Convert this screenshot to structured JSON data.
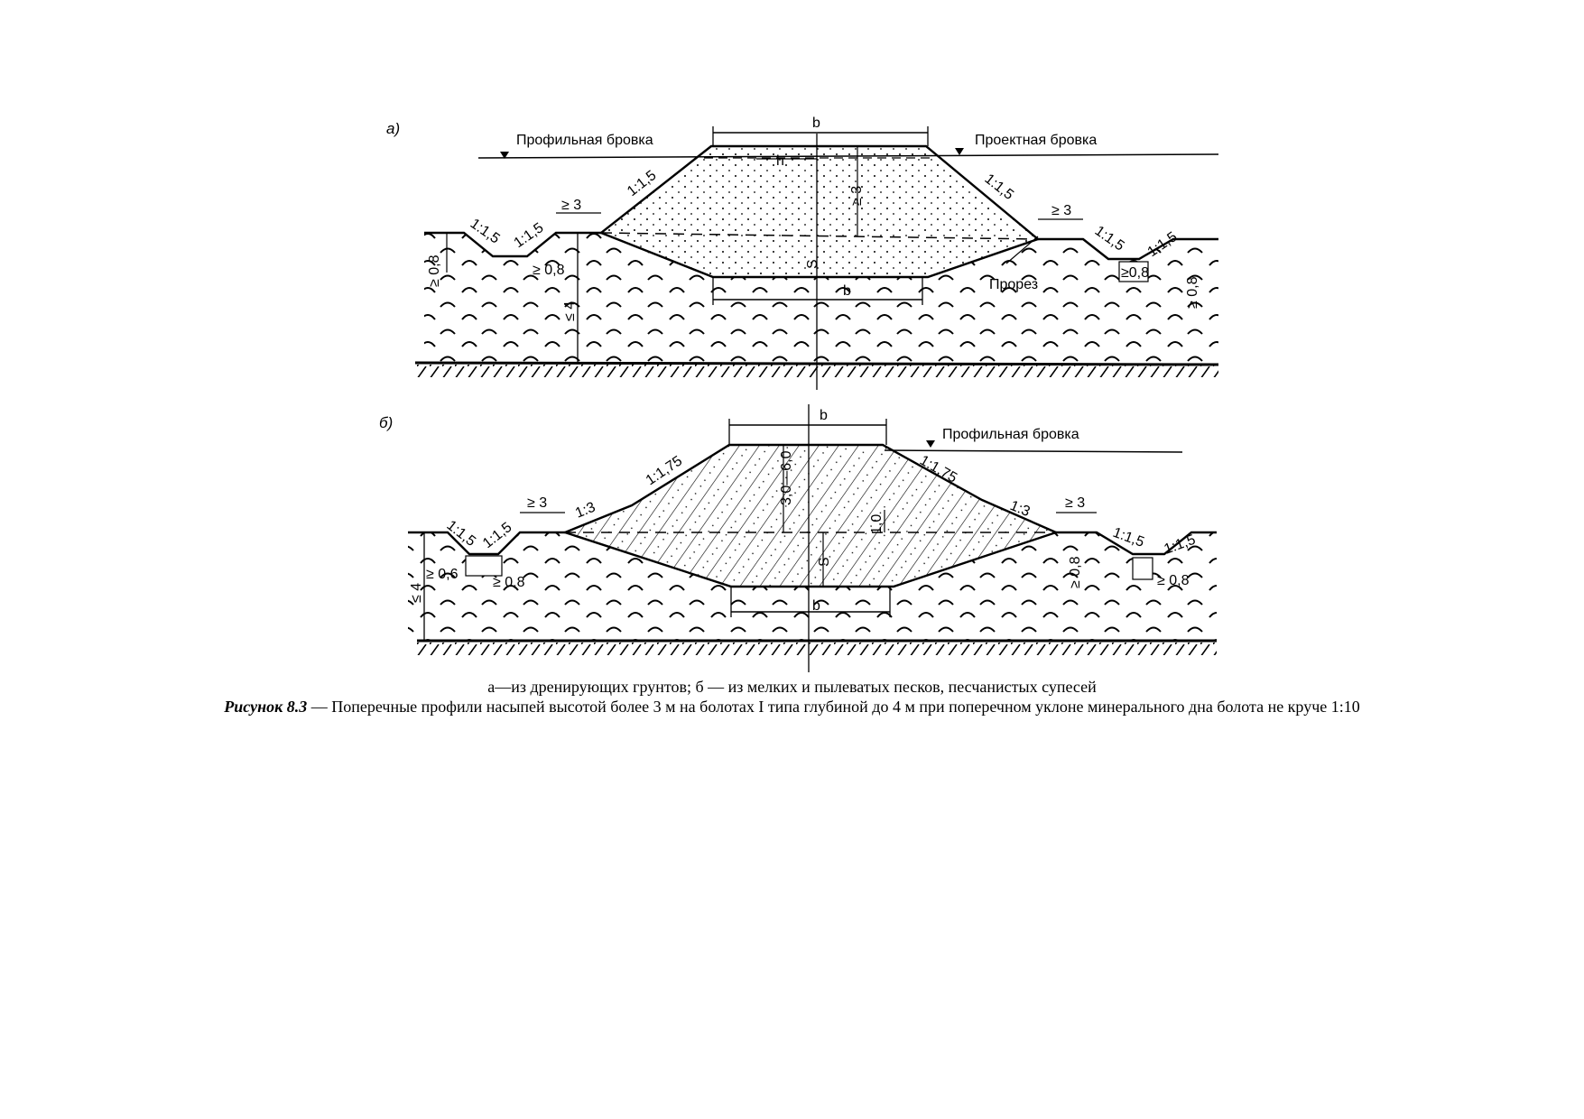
{
  "diagram_a": {
    "panel": "а)",
    "labels": {
      "profile_edge": "Профильная бровка",
      "design_edge": "Проектная бровка",
      "top_width": "b",
      "bottom_width": "b",
      "h": "h",
      "ge3_vertical": "≥ 3",
      "s": "S",
      "slope_left": "1:1,5",
      "slope_right": "1:1,5",
      "berm_left": "≥ 3",
      "berm_right": "≥ 3",
      "ditch_left_slope_1": "1:1,5",
      "ditch_left_slope_2": "1:1,5",
      "ditch_right_slope_1": "1:1,5",
      "ditch_right_slope_2": "1:1,5",
      "ditch_left_depth": "≥ 0,8",
      "ditch_left_width": "≥ 0,8",
      "ditch_right_width": "≥0,8",
      "ditch_right_depth": "≥ 0,8",
      "depth": "≤ 4",
      "cut": "Прорез"
    }
  },
  "diagram_b": {
    "panel": "б)",
    "labels": {
      "profile_edge": "Профильная бровка",
      "top_width": "b",
      "bottom_width": "b",
      "height_range": "3,0—6,0",
      "layer": "1,0",
      "s": "S",
      "slope_upper_left": "1:1,75",
      "slope_upper_right": "1:1,75",
      "slope_lower_left": "1:3",
      "slope_lower_right": "1:3",
      "berm_left": "≥ 3",
      "berm_right": "≥ 3",
      "ditch_left_slope_1": "1:1,5",
      "ditch_left_slope_2": "1:1,5",
      "ditch_right_slope_1": "1:1,5",
      "ditch_right_slope_2": "1:1,5",
      "ditch_left_depth": "≥ 0,6",
      "ditch_left_width": "≥ 0,8",
      "ditch_right_depth": "≥ 0,8",
      "ditch_right_width": "≥ 0,8",
      "depth": "≤ 4"
    }
  },
  "caption": {
    "subtitle": "а—из дренирующих грунтов; б — из мелких и пылеватых песков, песчанистых супесей",
    "figure_number": "Рисунок 8.3",
    "text": " — Поперечные профили насыпей высотой более 3 м на болотах I типа глубиной до 4 м при поперечном уклоне минерального дна болота не круче 1:10"
  }
}
